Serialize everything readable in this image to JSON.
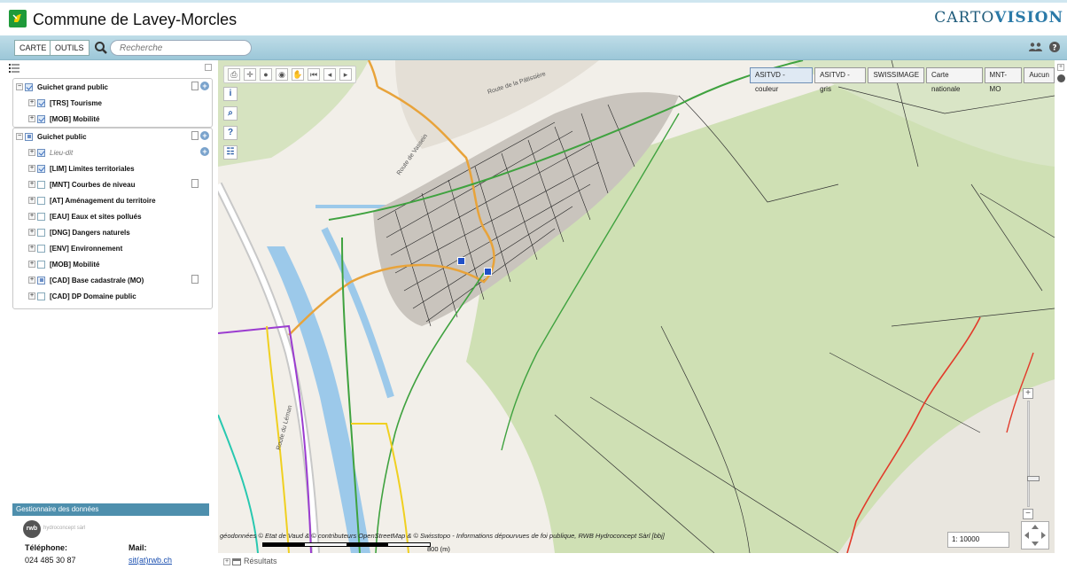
{
  "header": {
    "app_title": "Commune de Lavey-Morcles",
    "brand_part1": "CARTO",
    "brand_part2": "VISION"
  },
  "toolbar": {
    "carte_label": "CARTE",
    "outils_label": "OUTILS",
    "search_placeholder": "Recherche",
    "icons": [
      "search-icon",
      "users-icon",
      "help-icon"
    ]
  },
  "layers": {
    "groups": [
      {
        "label": "Guichet grand public",
        "state": "checked",
        "items": [
          {
            "label": "[TRS] Tourisme",
            "state": "checked"
          },
          {
            "label": "[MOB] Mobilité",
            "state": "checked"
          }
        ]
      },
      {
        "label": "Guichet public",
        "state": "partial",
        "items": [
          {
            "label": "Lieu-dit",
            "state": "checked"
          },
          {
            "label": "[LIM] Limites territoriales",
            "state": "checked"
          },
          {
            "label": "[MNT] Courbes de niveau",
            "state": "unchecked"
          },
          {
            "label": "[AT] Aménagement du territoire",
            "state": "unchecked"
          },
          {
            "label": "[EAU] Eaux et sites pollués",
            "state": "unchecked"
          },
          {
            "label": "[DNG] Dangers naturels",
            "state": "unchecked"
          },
          {
            "label": "[ENV] Environnement",
            "state": "unchecked"
          },
          {
            "label": "[MOB] Mobilité",
            "state": "unchecked"
          },
          {
            "label": "[CAD] Base cadastrale (MO)",
            "state": "partial"
          },
          {
            "label": "[CAD] DP Domaine public",
            "state": "unchecked"
          }
        ]
      }
    ]
  },
  "contact": {
    "title": "Gestionnaire des données",
    "logo_text": "rwb",
    "logo_caption": "hydroconcept sàrl",
    "phone_label": "Téléphone:",
    "phone": "024 485 30 87",
    "mail_label": "Mail:",
    "mail": "sit(at)rwb.ch"
  },
  "map": {
    "basemaps": [
      "ASITVD - couleur",
      "ASITVD - gris",
      "SWISSIMAGE",
      "Carte nationale",
      "MNT-MO",
      "Aucun"
    ],
    "selected_basemap": "ASITVD - couleur",
    "road_labels": [
      "Route de la Pätissière",
      "Route de Vassein",
      "Route du Léman"
    ],
    "attribution": "géodonnées © Etat de Vaud & © contributeurs OpenStreetMap & © Swisstopo - Informations dépourvues de foi publique, RWB Hydroconcept Sàrl [bbj]",
    "scale_bar_label": "800 (m)",
    "scale_value": "1: 10000",
    "colors": {
      "background": "#f2efe9",
      "forest": "#cfe0b4",
      "river": "#9cc9ea",
      "orange_road": "#e8a33a",
      "green_trail": "#3fa23f",
      "red_trail": "#e23a2a",
      "purple_route": "#9b3cd0",
      "yellow_route": "#f0d020",
      "cyan_route": "#28c8b0"
    }
  },
  "results": {
    "label": "Résultats"
  }
}
